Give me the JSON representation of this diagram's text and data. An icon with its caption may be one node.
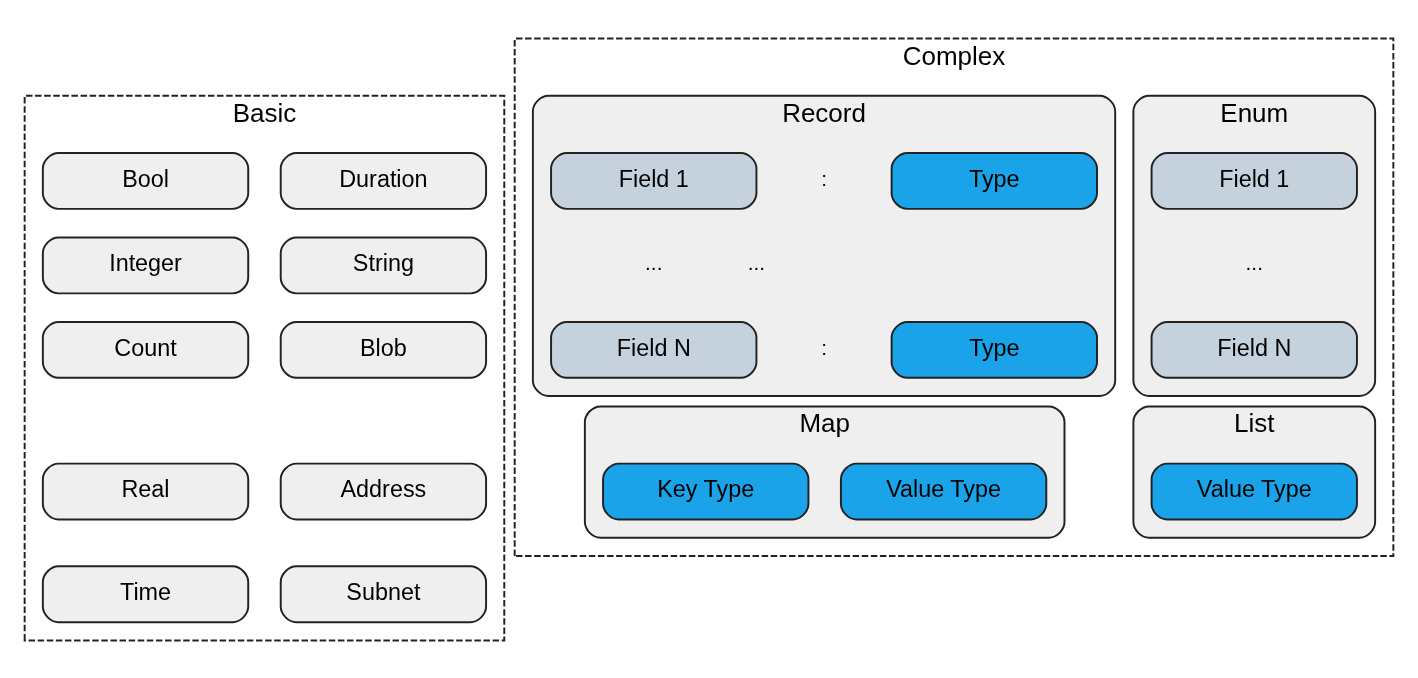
{
  "diagram": {
    "nodes": [
      {
        "text": [
          "Basic"
        ]
      },
      {
        "text": [
          "Bool"
        ],
        "in": 0
      },
      {
        "text": [
          "Duration"
        ],
        "in": 0
      },
      {
        "text": [
          "Integer"
        ],
        "in": 0
      },
      {
        "text": [
          "String"
        ],
        "in": 0
      },
      {
        "text": [
          "Count"
        ],
        "in": 0
      },
      {
        "text": [
          "Blob"
        ],
        "in": 0
      },
      {
        "text": [
          "Real"
        ],
        "in": 0
      },
      {
        "text": [
          "Address"
        ],
        "in": 0
      },
      {
        "text": [
          "Time"
        ],
        "in": 0
      },
      {
        "text": [
          "Subnet"
        ],
        "in": 0
      },
      {
        "text": [
          "Complex"
        ]
      },
      {
        "text": [
          "Enum"
        ],
        "in": 11
      },
      {
        "text": [
          "Field 1"
        ],
        "in": 12
      },
      {
        "text": [
          "Field N"
        ],
        "in": 12
      },
      {
        "text": [
          "Record"
        ],
        "in": 11
      },
      {
        "text": [
          "Field 1"
        ],
        "in": 15
      },
      {
        "text": [
          "Type"
        ],
        "in": 15
      },
      {
        "text": [
          "Field N"
        ],
        "in": 15
      },
      {
        "text": [
          "Type"
        ],
        "in": 15
      },
      {
        "text": [
          "List"
        ],
        "in": 11
      },
      {
        "text": [
          "Value Type"
        ],
        "in": 20
      },
      {
        "text": [
          "Map"
        ],
        "in": 11
      },
      {
        "text": [
          "Key Type"
        ],
        "in": 22
      },
      {
        "text": [
          "Value Type"
        ],
        "in": 22
      }
    ],
    "labels": [
      ":",
      "...",
      "...",
      "...",
      ":"
    ]
  }
}
